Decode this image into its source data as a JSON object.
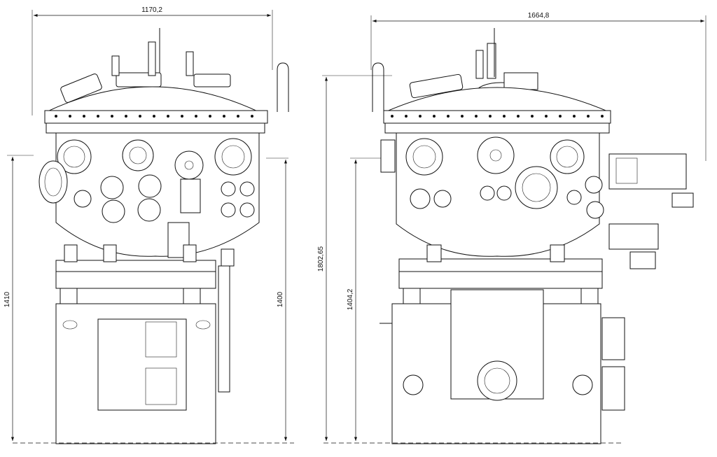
{
  "drawing": {
    "left_view": {
      "width_dimension": "1170,2",
      "height_dimension_outer": "1410",
      "height_dimension_inner": "1400"
    },
    "right_view": {
      "width_dimension": "1664,8",
      "height_dimension_total": "1802,65",
      "height_dimension_lower": "1404,2"
    }
  }
}
